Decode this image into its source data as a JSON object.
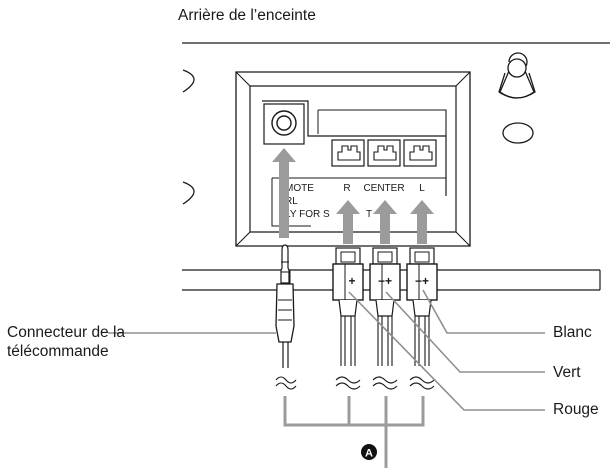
{
  "title": "Arrière de l’enceinte",
  "panel": {
    "jack_label_fragments": [
      "MOTE",
      "RL",
      "LY FOR S",
      "T"
    ],
    "channel_labels": [
      "R",
      "CENTER",
      "L"
    ]
  },
  "callouts": {
    "remote_line1": "Connecteur de la",
    "remote_line2": "télécommande",
    "blanc": "Blanc",
    "vert": "Vert",
    "rouge": "Rouge"
  },
  "badge": "A",
  "connector_polarity": [
    "+",
    "−+",
    "−+"
  ],
  "colors": {
    "line": "#1a1a1a",
    "arrow": "#9b9b9b",
    "panel_fill": "#ffffff",
    "grey_lines": "#8f8f8f"
  }
}
